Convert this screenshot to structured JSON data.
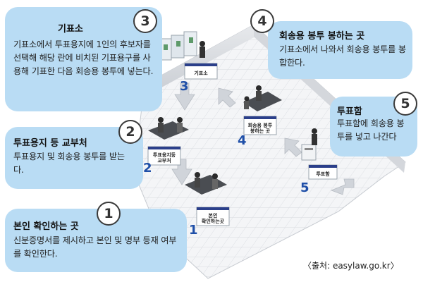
{
  "steps": [
    {
      "num": "1",
      "title": "본인 확인하는 곳",
      "body": "신분증명서를 제시하고 본인 및 명부 등재 여부를 확인한다.",
      "sign": "본인 확인하는곳"
    },
    {
      "num": "2",
      "title": "투표용지 등 교부처",
      "body": "투표용지 및 회송용 봉투를 받는다.",
      "sign": "투표용지등 교부처"
    },
    {
      "num": "3",
      "title": "기표소",
      "body": "기표소에서 투표용지에 1인의 후보자를 선택해 해당 란에 비치된 기표용구를 사용해 기표한 다음 회송용 봉투에 넣는다.",
      "sign": "기표소"
    },
    {
      "num": "4",
      "title": "회송용 봉투 봉하는 곳",
      "body": "기표소에서 나와서 회송용 봉투를 봉합한다.",
      "sign": "회송용 봉투 봉하는 곳"
    },
    {
      "num": "5",
      "title": "투표함",
      "body": "투표함에 회송용 봉투를 넣고 나간다",
      "sign": "투표함"
    }
  ],
  "source": "〈출처: easylaw.go.kr〉",
  "colors": {
    "callout": "#b9dcf4",
    "stepNumber": "#1f4fa8",
    "signStripe": "#2b3f8a",
    "arrow": "#d0d4da"
  }
}
